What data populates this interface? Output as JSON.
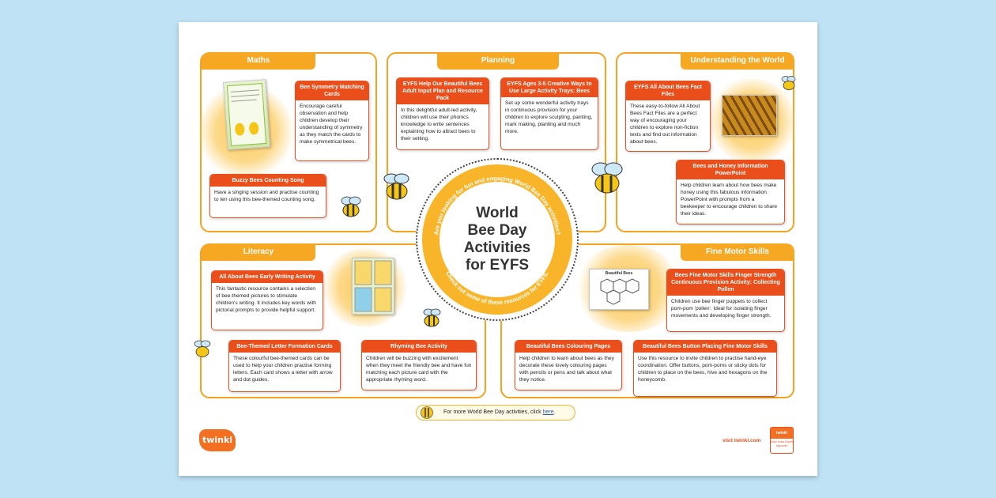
{
  "center": {
    "title_lines": [
      "World",
      "Bee Day",
      "Activities",
      "for EYFS"
    ],
    "arc_top": "Are you looking for fun and engaging World Bee Day activities?",
    "arc_bottom": "Check out some of these resources for EYFS."
  },
  "sections": {
    "maths": {
      "title": "Maths",
      "cards": [
        {
          "title": "Bee Symmetry Matching Cards",
          "body": "Encourage careful observation and help children develop their understanding of symmetry as they match the cards to make symmetrical bees."
        },
        {
          "title": "Buzzy Bees Counting Song",
          "body": "Have a singing session and practise counting to ten using this bee-themed counting song."
        }
      ]
    },
    "planning": {
      "title": "Planning",
      "cards": [
        {
          "title": "EYFS Help Our Beautiful Bees Adult Input Plan and Resource Pack",
          "body": "In this delightful adult-led activity, children will use their phonics knowledge to write sentences explaining how to attract bees to their setting."
        },
        {
          "title": "EYFS Ages 3-5 Creative Ways to Use Large Activity Trays: Bees",
          "body": "Set up some wonderful activity trays in continuous provision for your children to explore sculpting, painting, mark making, planting and much more."
        }
      ]
    },
    "understanding": {
      "title": "Understanding the World",
      "cards": [
        {
          "title": "EYFS All About Bees Fact Files",
          "body": "These easy-to-follow All About Bees Fact Files are a perfect way of encouraging your children to explore non-fiction texts and find out information about bees."
        },
        {
          "title": "Bees and Honey Information PowerPoint",
          "body": "Help children learn about how bees make honey using this fabulous information PowerPoint with prompts from a beekeeper to encourage children to share their ideas."
        }
      ]
    },
    "literacy": {
      "title": "Literacy",
      "cards": [
        {
          "title": "All About Bees Early Writing Activity",
          "body": "This fantastic resource contains a selection of bee-themed pictures to stimulate children's writing. It includes key words with pictorial prompts to provide helpful support."
        },
        {
          "title": "Bee-Themed Letter Formation Cards",
          "body": "These colourful bee-themed cards can be used to help your children practise forming letters. Each card shows a letter with arrow and dot guides."
        },
        {
          "title": "Rhyming Bee Activity",
          "body": "Children will be buzzing with excitement when they meet the friendly bee and have fun matching each picture card with the appropriate rhyming word."
        }
      ]
    },
    "fine_motor": {
      "title": "Fine Motor Skills",
      "cards": [
        {
          "title": "Bees Fine Motor Skills Finger Strength Continuous Provision Activity: Collecting Pollen",
          "body": "Children use bee finger puppets to collect pom-pom 'pollen'. Ideal for isolating finger movements and developing finger strength."
        },
        {
          "title": "Beautiful Bees Colouring Pages",
          "body": "Help children to learn about bees as they decorate these lovely colouring pages with pencils or pens and talk about what they notice."
        },
        {
          "title": "Beautiful Bees Button Placing Fine Motor Skills",
          "body": "Use this resource to invite children to practise hand-eye coordination. Offer buttons, pom-poms or sticky dots for children to place on the bees, hive and hexagons on the honeycomb."
        }
      ]
    }
  },
  "thumbnails": {
    "colouring_title": "Beautiful Bees"
  },
  "footer": {
    "more_text": "For more World Bee Day activities, click ",
    "link_text": "here",
    "after_link": ".",
    "visit": "visit twinkl.com",
    "logo": "twinkl",
    "badge_top": "twinkl",
    "badge_text": "Early Years Expert Approved"
  },
  "colors": {
    "accent": "#f7a823",
    "card_header": "#e94e1b",
    "background": "#bfe3f5"
  }
}
